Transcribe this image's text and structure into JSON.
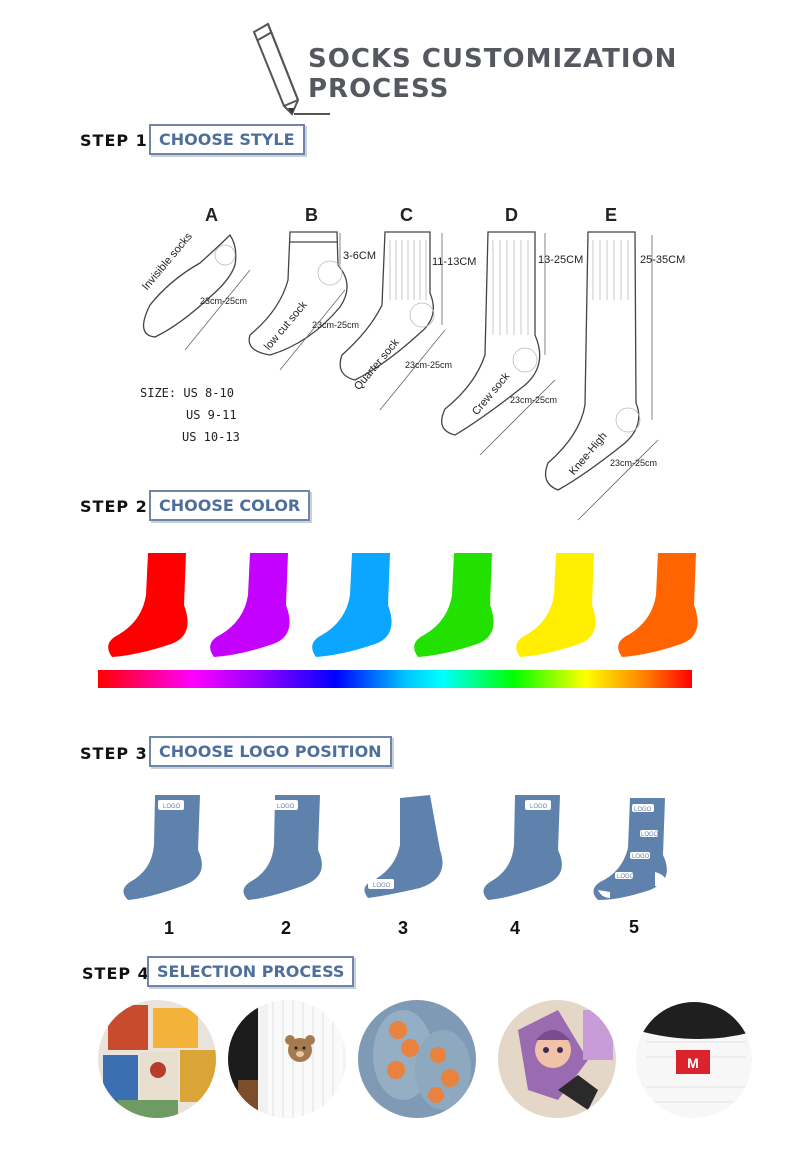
{
  "header": {
    "title_line1": "SOCKS CUSTOMIZATION",
    "title_line2": "PROCESS"
  },
  "steps": [
    {
      "label": "STEP 1",
      "title": "CHOOSE STYLE"
    },
    {
      "label": "STEP 2",
      "title": "CHOOSE COLOR"
    },
    {
      "label": "STEP 3",
      "title": "CHOOSE LOGO POSITION"
    },
    {
      "label": "STEP 4",
      "title": "SELECTION PROCESS"
    }
  ],
  "styles": [
    {
      "letter": "A",
      "name": "Invisible socks",
      "height": "",
      "foot": "23cm-25cm"
    },
    {
      "letter": "B",
      "name": "low cut sock",
      "height": "3-6CM",
      "foot": "23cm-25cm"
    },
    {
      "letter": "C",
      "name": "Quarter sock",
      "height": "11-13CM",
      "foot": "23cm-25cm"
    },
    {
      "letter": "D",
      "name": "Crew sock",
      "height": "13-25CM",
      "foot": "23cm-25cm"
    },
    {
      "letter": "E",
      "name": "Knee-High",
      "height": "25-35CM",
      "foot": "23cm-25cm"
    }
  ],
  "sizes": {
    "label": "SIZE:",
    "values": [
      "US 8-10",
      "US 9-11",
      "US 10-13"
    ]
  },
  "colors": [
    "#ff0000",
    "#c400ff",
    "#0aa6ff",
    "#22e000",
    "#ffee00",
    "#ff6400"
  ],
  "logo_positions": {
    "numbers": [
      "1",
      "2",
      "3",
      "4",
      "5"
    ],
    "logo_text": "LOGO",
    "sock_color": "#5f82ad"
  },
  "selection_photos": [
    "photo-colorful-socks",
    "photo-bear-embroidery",
    "photo-antislip-grips",
    "photo-cartoon-socks",
    "photo-woven-label"
  ],
  "label_letter": "M"
}
